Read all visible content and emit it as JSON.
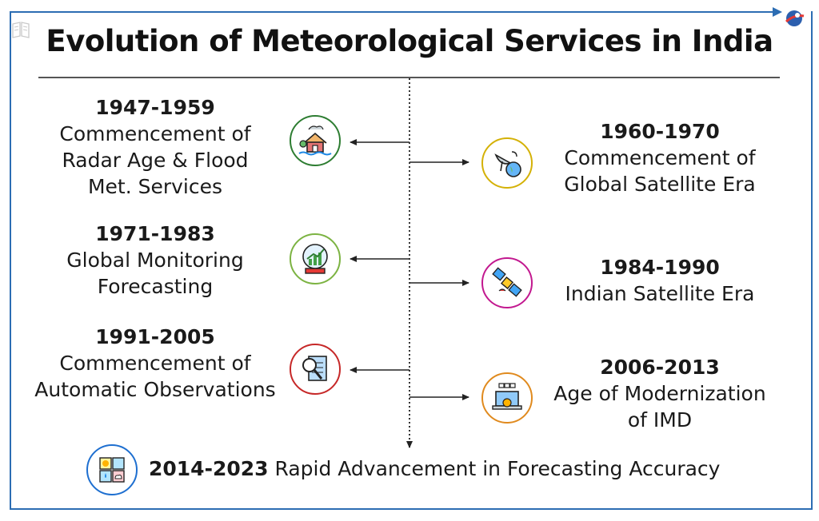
{
  "title": "Evolution of Meteorological Services in India",
  "colors": {
    "frame": "#2c6db3",
    "timeline": "#222222"
  },
  "left_entries": [
    {
      "years": "1947-1959",
      "description": "Commencement of\nRadar Age & Flood\nMet. Services",
      "icon": "flood-house-icon",
      "ring": "#2e7d32"
    },
    {
      "years": "1971-1983",
      "description": "Global Monitoring\nForecasting",
      "icon": "globe-chart-icon",
      "ring": "#7cb342"
    },
    {
      "years": "1991-2005",
      "description": "Commencement of\nAutomatic Observations",
      "icon": "document-magnifier-icon",
      "ring": "#c62828"
    }
  ],
  "right_entries": [
    {
      "years": "1960-1970",
      "description": "Commencement of\nGlobal Satellite Era",
      "icon": "satellite-dish-globe-icon",
      "ring": "#d4b106"
    },
    {
      "years": "1984-1990",
      "description": "Indian Satellite Era",
      "icon": "satellite-icon",
      "ring": "#c2188f"
    },
    {
      "years": "2006-2013",
      "description": "Age of Modernization\nof IMD",
      "icon": "laptop-gear-icon",
      "ring": "#e08a1e"
    }
  ],
  "bottom": {
    "years": "2014-2023",
    "text": " Rapid Advancement in Forecasting Accuracy",
    "icon": "weather-dashboard-icon",
    "ring": "#1e6fd0"
  }
}
